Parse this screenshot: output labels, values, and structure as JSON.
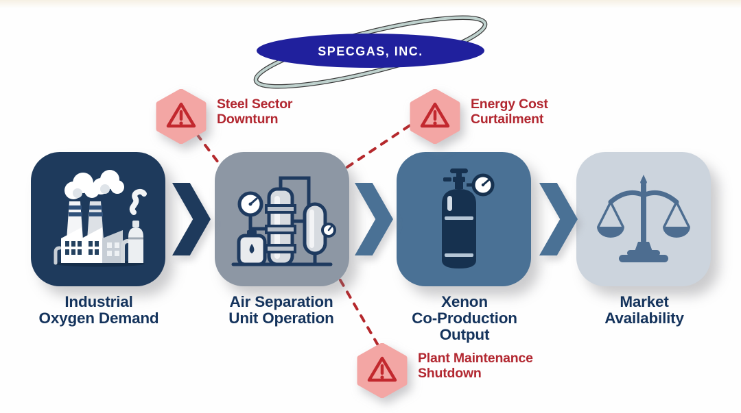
{
  "header": {
    "company_logo": "SPECGAS, INC."
  },
  "flow": {
    "steps": [
      {
        "label": "Industrial\nOxygen Demand",
        "icon": "factory-icon",
        "box_color": "#1e3a5c"
      },
      {
        "label": "Air Separation\nUnit Operation",
        "icon": "air-separation-unit-icon",
        "box_color": "#8d97a4"
      },
      {
        "label": "Xenon\nCo-Production\nOutput",
        "icon": "gas-cylinder-icon",
        "box_color": "#4a7195"
      },
      {
        "label": "Market\nAvailability",
        "icon": "balance-scale-icon",
        "box_color": "#ccd4dd"
      }
    ],
    "connector_icon": "chevron-right-icon",
    "connector_colors": [
      "#1e3a5c",
      "#4a7195",
      "#4a7195"
    ]
  },
  "risks": [
    {
      "label": "Steel Sector\nDownturn",
      "icon": "warning-triangle-icon",
      "connected_step_index": 1
    },
    {
      "label": "Energy Cost\nCurtailment",
      "icon": "warning-triangle-icon",
      "connected_step_index": 1
    },
    {
      "label": "Plant Maintenance\nShutdown",
      "icon": "warning-triangle-icon",
      "connected_step_index": 1
    }
  ],
  "colors": {
    "logo_blue": "#20209d",
    "logo_ring": "#bfd2ce",
    "label_navy": "#14335c",
    "risk_badge_fill": "#f3a6a4",
    "risk_red": "#c2282e",
    "risk_text": "#b22730",
    "connector_dash": "#b5282c"
  }
}
